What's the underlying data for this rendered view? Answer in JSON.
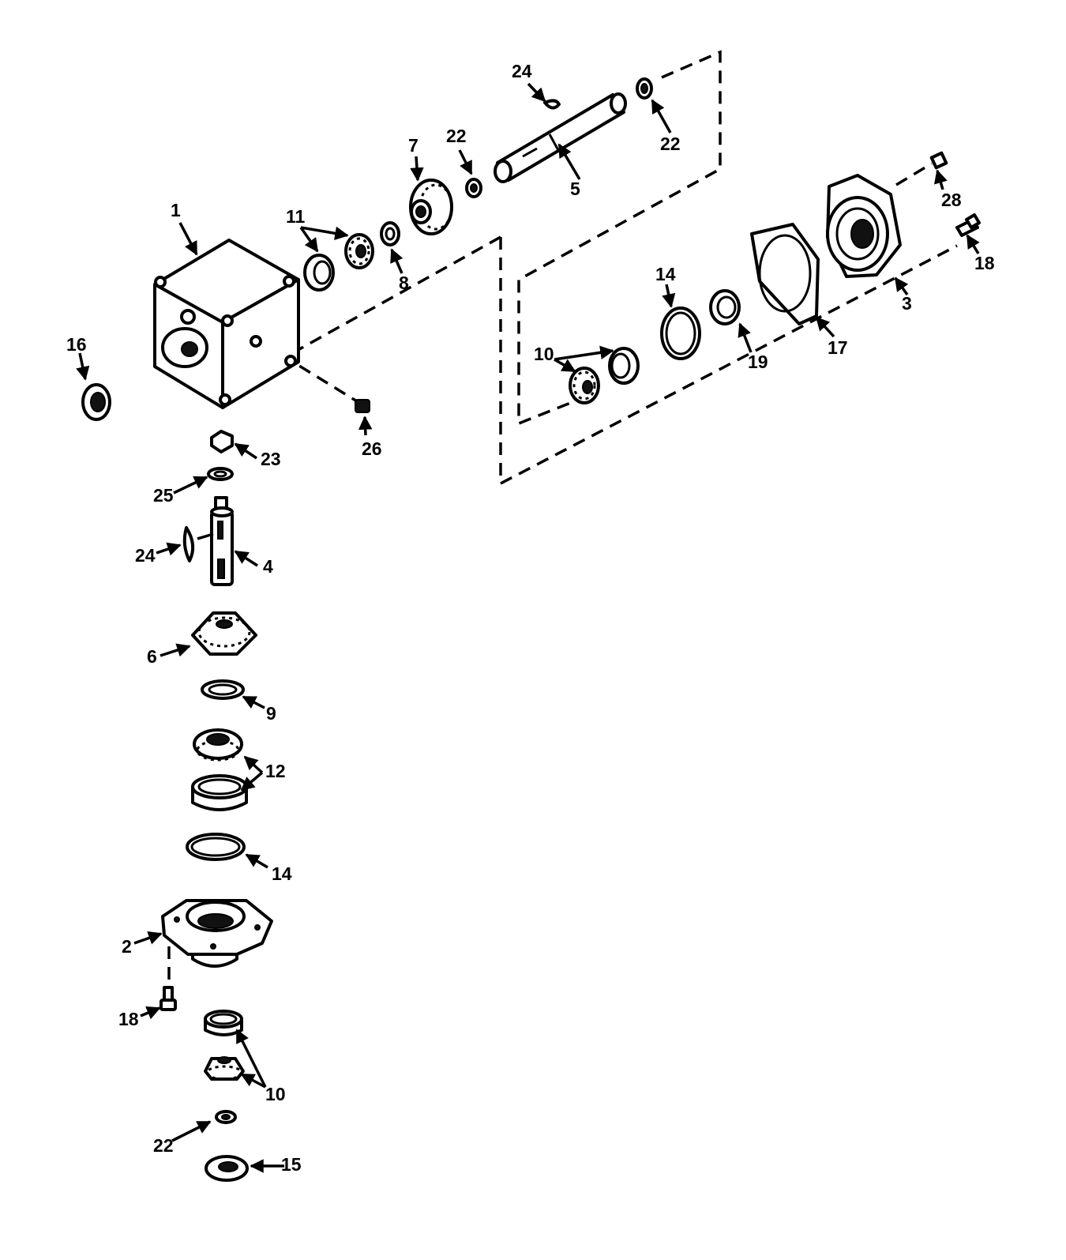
{
  "diagram": {
    "ink_color": "#000000",
    "paper_color": "#ffffff",
    "callouts": {
      "c1": "1",
      "c2": "2",
      "c3": "3",
      "c4": "4",
      "c5": "5",
      "c6": "6",
      "c7": "7",
      "c8": "8",
      "c9": "9",
      "c10a": "10",
      "c10b": "10",
      "c11": "11",
      "c12": "12",
      "c14a": "14",
      "c14b": "14",
      "c15": "15",
      "c16": "16",
      "c17": "17",
      "c18a": "18",
      "c18b": "18",
      "c19": "19",
      "c22a": "22",
      "c22b": "22",
      "c22c": "22",
      "c23": "23",
      "c24a": "24",
      "c24b": "24",
      "c25": "25",
      "c26": "26",
      "c28": "28"
    }
  }
}
